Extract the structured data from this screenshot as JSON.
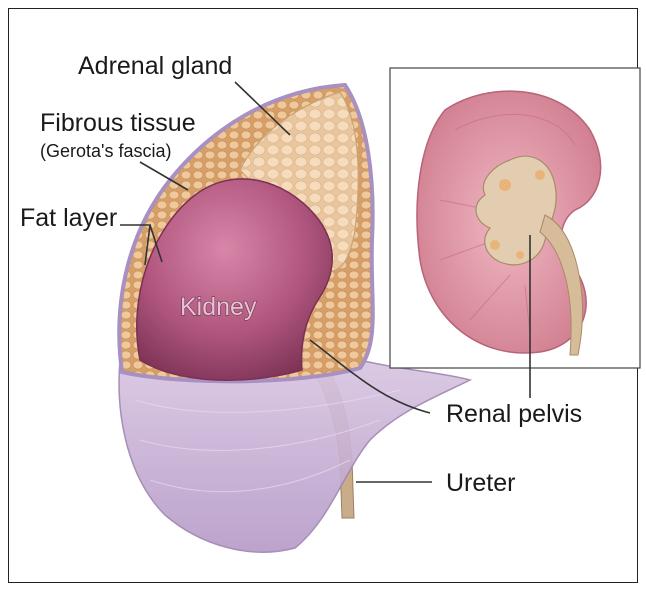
{
  "labels": {
    "adrenal_gland": "Adrenal gland",
    "fibrous_tissue": "Fibrous tissue",
    "gerotas_fascia": "(Gerota's fascia)",
    "fat_layer": "Fat layer",
    "kidney": "Kidney",
    "renal_pelvis": "Renal pelvis",
    "ureter": "Ureter"
  },
  "colors": {
    "kidney": "#b0567e",
    "fat": "#e6b98a",
    "fascia": "#c9b4d6",
    "adrenal": "#f0cfa6",
    "inset_cortex": "#dc8d9b",
    "pelvis": "#d9c2a4"
  }
}
